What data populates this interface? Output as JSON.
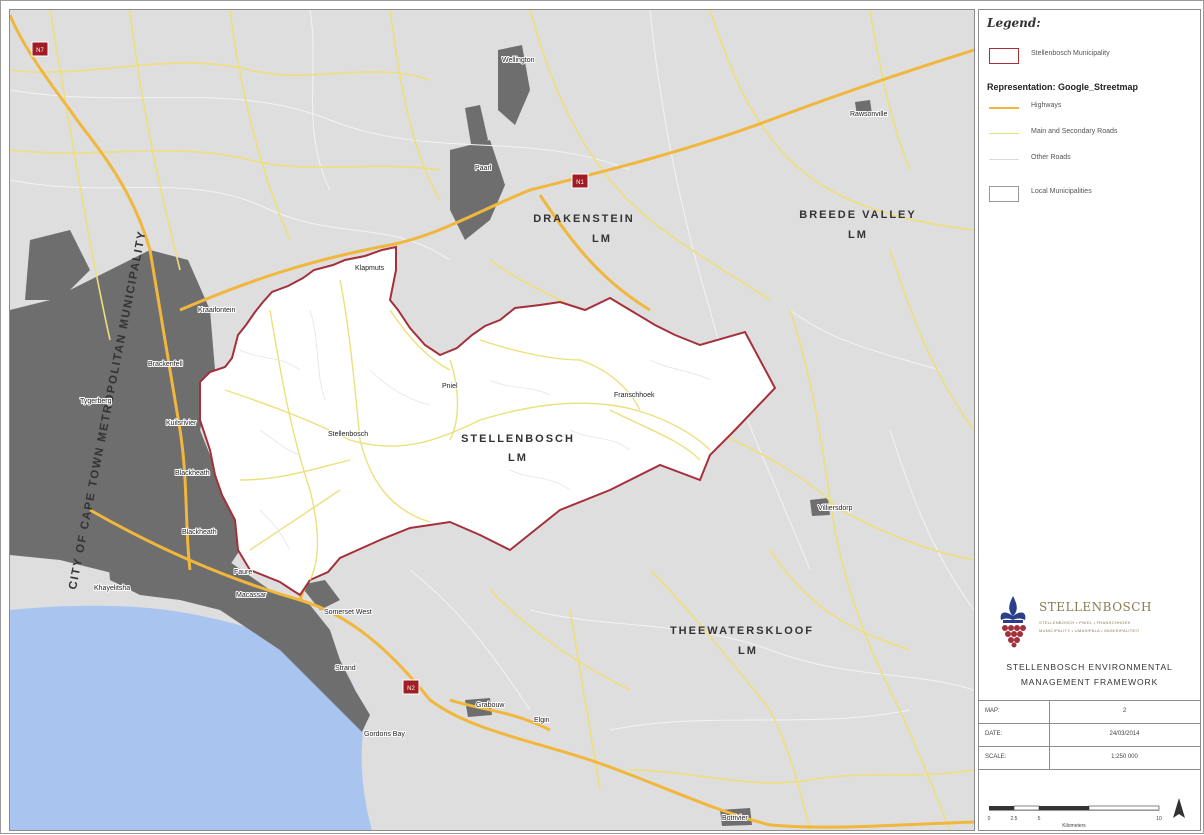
{
  "map": {
    "region_labels": [
      {
        "id": "drakenstein",
        "line1": "DRAKENSTEIN",
        "line2": "LM"
      },
      {
        "id": "breede-valley",
        "line1": "BREEDE VALLEY",
        "line2": "LM"
      },
      {
        "id": "stellenbosch",
        "line1": "STELLENBOSCH",
        "line2": "LM"
      },
      {
        "id": "theewaterskloof",
        "line1": "THEEWATERSKLOOF",
        "line2": "LM"
      }
    ],
    "metro_label": "CITY OF CAPE TOWN METROPOLITAN MUNICIPALITY",
    "towns": [
      "Wellington",
      "Paarl",
      "Rawsonville",
      "Klapmuts",
      "Kraaifontein",
      "Brackenfell",
      "Tygerberg",
      "Kuilsrivier",
      "Pniel",
      "Franschhoek",
      "Stellenbosch",
      "Blackheath",
      "Blackheath",
      "Villiersdorp",
      "Faure",
      "Khayelitsha",
      "Macassar",
      "Somerset West",
      "Strand",
      "Gordons Bay",
      "Grabouw",
      "Elgin",
      "Botrivier"
    ],
    "route_shields": [
      "N7",
      "N1",
      "N2"
    ],
    "colors": {
      "land": "#dedede",
      "sea": "#a9c4ef",
      "urban": "#6e6e6e",
      "highway": "#f0b73c",
      "main_road": "#eddf7c",
      "other_road": "#ffffff",
      "boundary": "#a3303a",
      "municipality_fill": "#ffffff"
    }
  },
  "legend": {
    "title": "Legend:",
    "boundary_label": "Stellenbosch Municipality",
    "representation": "Representation: Google_Streetmap",
    "items": [
      {
        "label": "Highways",
        "color": "#f0b73c"
      },
      {
        "label": "Main and Secondary Roads",
        "color": "#e6df6f"
      },
      {
        "label": "Other Roads",
        "color": "#d8d8d8"
      },
      {
        "label": "Local Municipalities",
        "color": "#ffffff"
      }
    ]
  },
  "branding": {
    "name": "STELLENBOSCH",
    "tagline": "STELLENBOSCH • PNIEL • FRANSCHHOEK",
    "tagline2": "MUNICIPALITY • UMASIPALA • MUNISIPALITEIT"
  },
  "framework_title": "STELLENBOSCH ENVIRONMENTAL MANAGEMENT FRAMEWORK",
  "info": [
    {
      "key": "MAP:",
      "value": "2"
    },
    {
      "key": "DATE:",
      "value": "24/03/2014"
    },
    {
      "key": "SCALE:",
      "value": "1:250 000"
    }
  ],
  "scalebar": {
    "ticks": [
      "0",
      "2.5",
      "5",
      "10"
    ],
    "units": "Kilometers"
  }
}
